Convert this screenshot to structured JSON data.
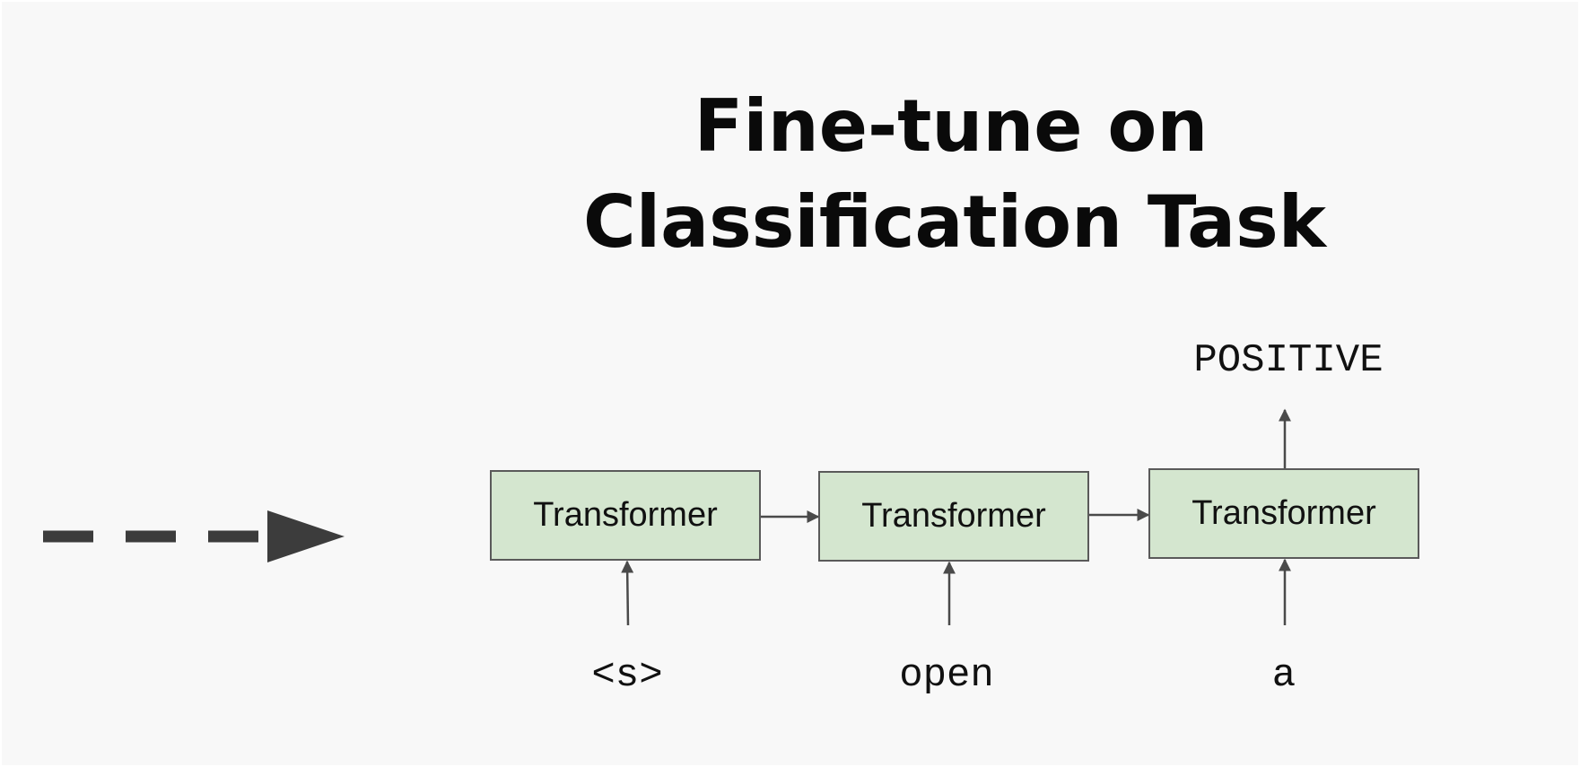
{
  "title": {
    "line1": "Fine-tune on",
    "line2": "Classification Task"
  },
  "transformer_blocks": [
    {
      "label": "Transformer",
      "input_token": "<s>"
    },
    {
      "label": "Transformer",
      "input_token": "open"
    },
    {
      "label": "Transformer",
      "input_token": "a"
    }
  ],
  "output": {
    "label": "POSITIVE"
  },
  "colors": {
    "background": "#f8f8f8",
    "block_fill": "#d4e6cf",
    "block_border": "#5a5a5a",
    "arrow": "#4a4a4a",
    "dashed_arrow": "#3c3c3c",
    "text": "#111111"
  }
}
